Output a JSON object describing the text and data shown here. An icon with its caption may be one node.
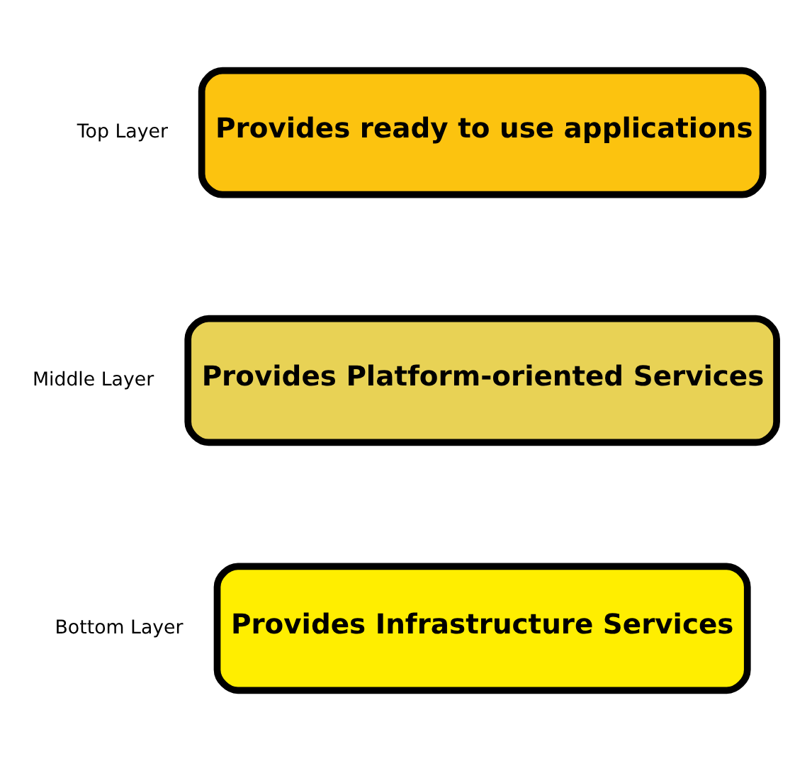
{
  "diagram": {
    "nodes": [
      {
        "text": [
          "Provides ready to use applications"
        ],
        "beside": [
          "Top Layer"
        ]
      },
      {
        "text": [
          "Provides Platform-oriented Services"
        ],
        "beside": [
          "Middle Layer"
        ]
      },
      {
        "text": [
          "Provides Infrastructure Services"
        ],
        "beside": [
          "Bottom Layer"
        ]
      }
    ]
  }
}
